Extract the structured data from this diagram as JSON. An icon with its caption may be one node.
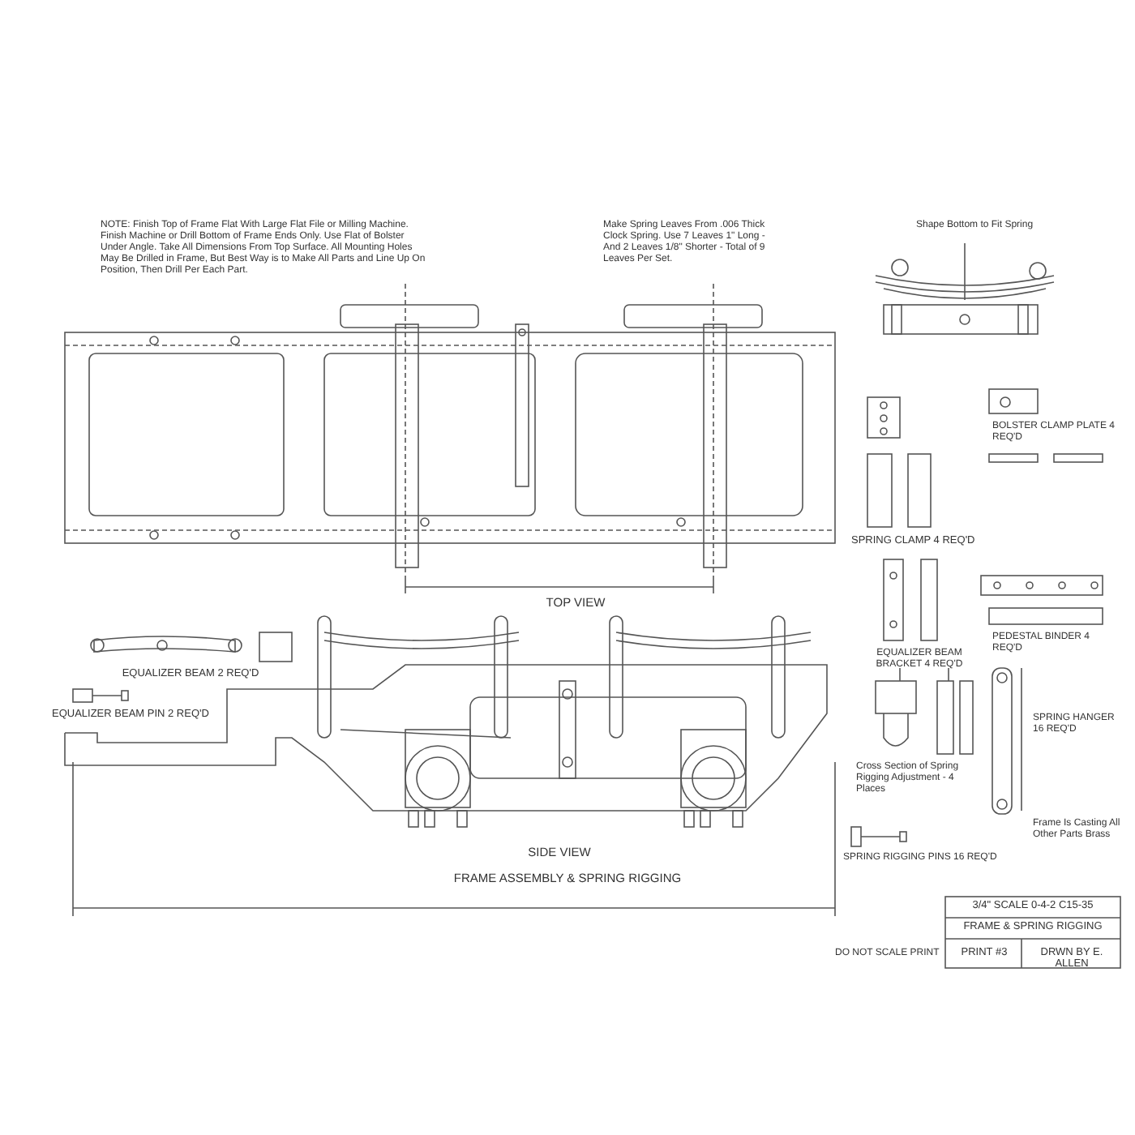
{
  "diagram": {
    "title": "FRAME ASSEMBLY & SPRING RIGGING",
    "labels": [
      "NOTE: Finish Top of Frame Flat With Large Flat File or Milling Machine. Finish Machine or Drill Bottom of Frame Ends Only. Use Flat of Bolster Under Angle. Take All Dimensions From Top Surface. All Mounting Holes May Be Drilled in Frame, But Best Way is to Make All Parts and Line Up On Position, Then Drill Per Each Part.",
      "Make Spring Leaves From .006 Thick Clock Spring. Use 7 Leaves 1\" Long - And 2 Leaves 1/8\" Shorter - Total of 9 Leaves Per Set.",
      "Shape Bottom to Fit Spring",
      "TOP VIEW",
      "SIDE VIEW",
      "EQUALIZER BEAM 2 REQ'D",
      "EQUALIZER BEAM PIN 2 REQ'D",
      "SPRING CLAMP 4 REQ'D",
      "BOLSTER CLAMP PLATE 4 REQ'D",
      "EQUALIZER BEAM BRACKET 4 REQ'D",
      "PEDESTAL BINDER 4 REQ'D",
      "Cross Section of Spring Rigging Adjustment - 4 Places",
      "SPRING HANGER 16 REQ'D",
      "Frame Is Casting All Other Parts Brass",
      "SPRING RIGGING PINS 16 REQ'D",
      "3/4\" SCALE 0-4-2 C15-35",
      "FRAME & SPRING RIGGING",
      "PRINT #3",
      "DRWN BY E. ALLEN",
      "DO NOT SCALE PRINT"
    ]
  }
}
